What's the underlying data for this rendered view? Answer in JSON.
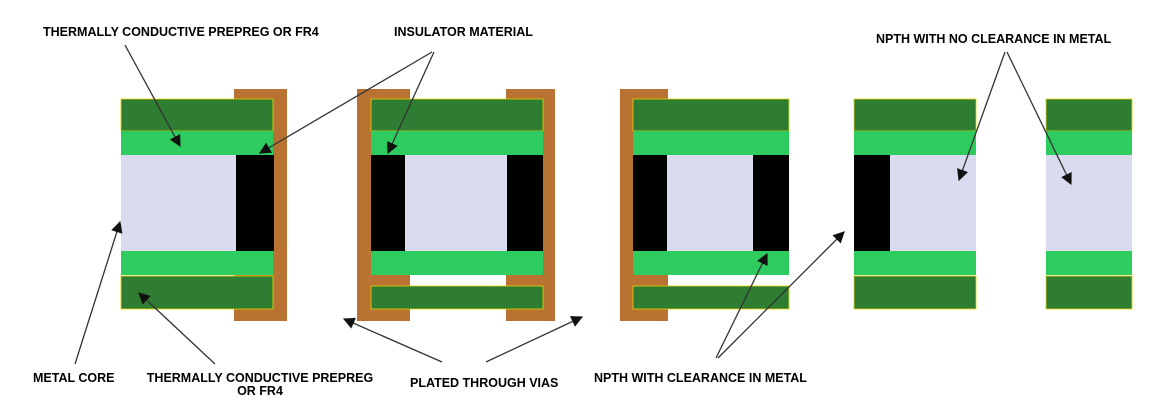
{
  "colors": {
    "dark_green": "#2e7d32",
    "light_green": "#2ecc5f",
    "metal_core": "#d8dcee",
    "insulator": "#000000",
    "copper": "#b87333",
    "arrow": "#333333"
  },
  "labels": {
    "thermal_top": "THERMALLY CONDUCTIVE PREPREG OR FR4",
    "insulator": "INSULATOR MATERIAL",
    "npth_no_clearance": "NPTH WITH NO CLEARANCE IN METAL",
    "metal_core": "METAL CORE",
    "thermal_bottom_line1": "THERMALLY CONDUCTIVE PREPREG",
    "thermal_bottom_line2": "OR FR4",
    "plated_vias": "PLATED THROUGH VIAS",
    "npth_clearance": "NPTH WITH CLEARANCE IN METAL"
  }
}
